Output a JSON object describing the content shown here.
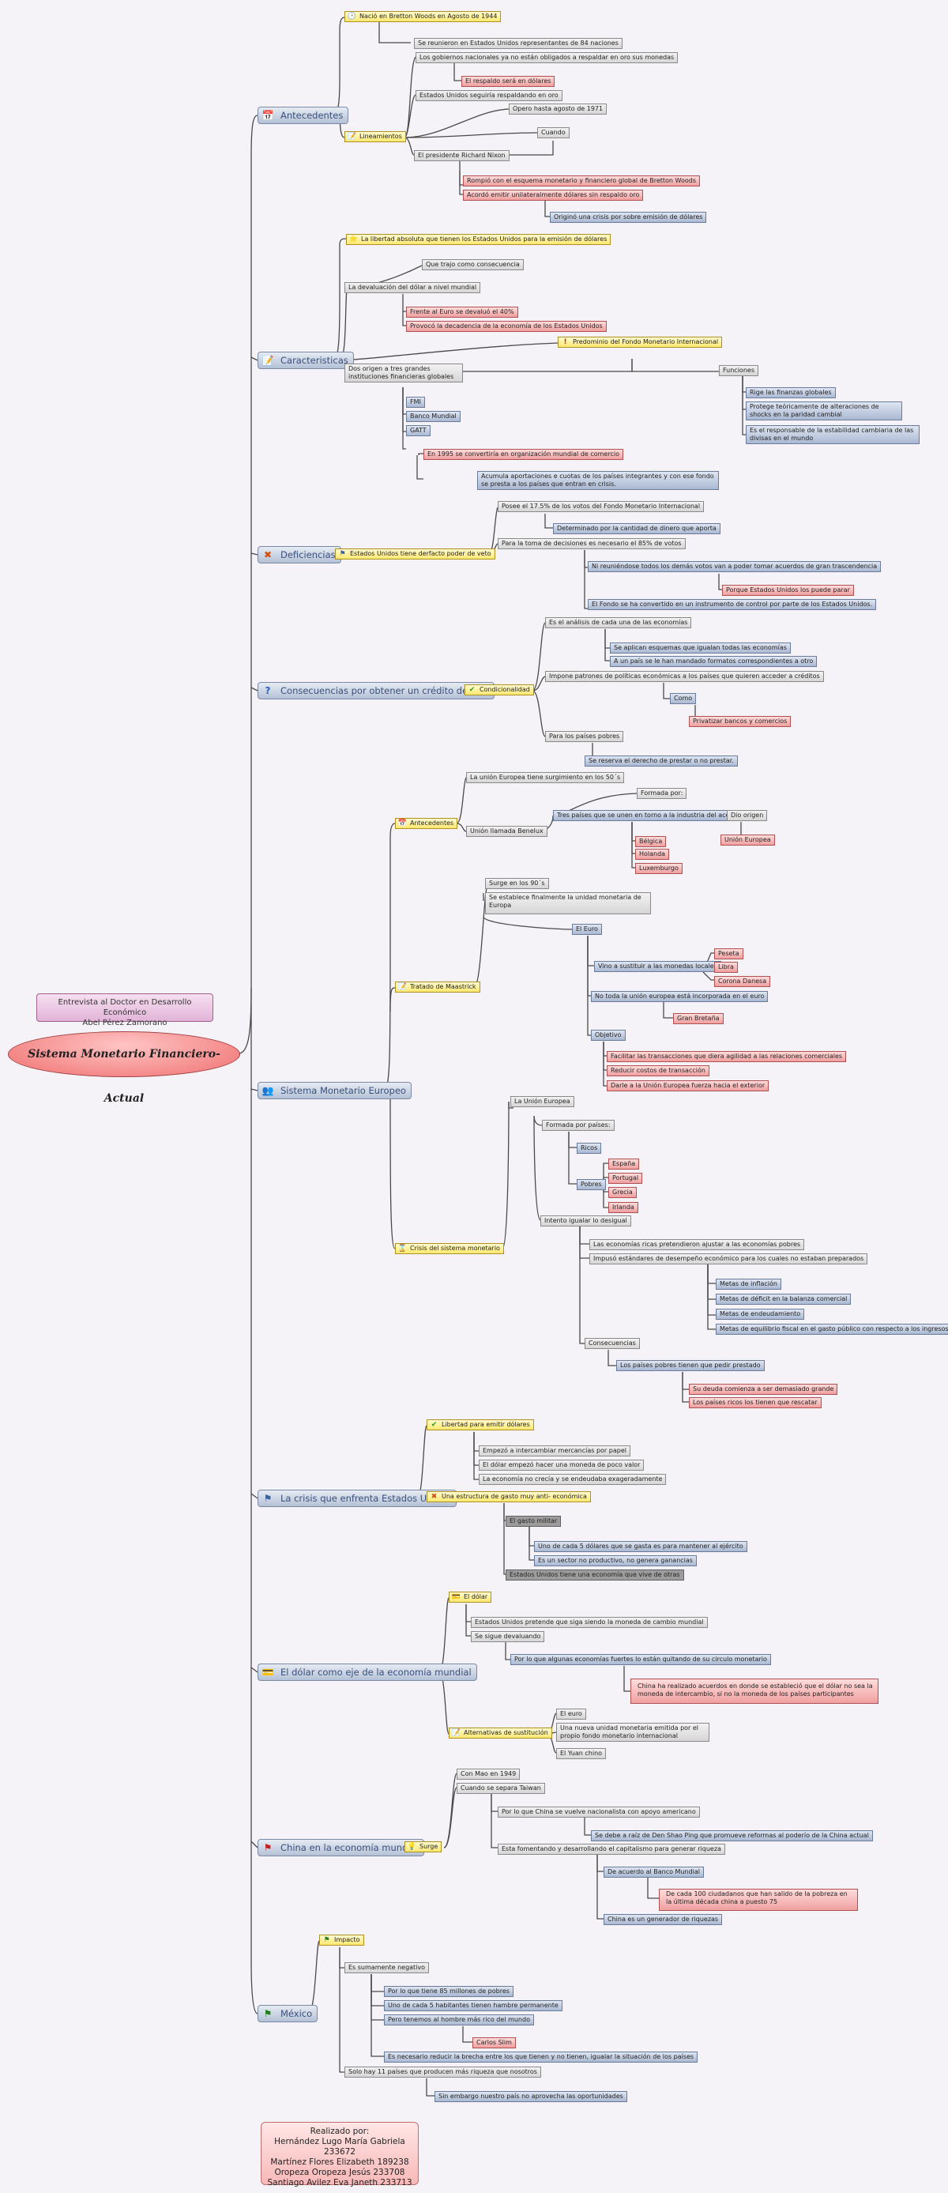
{
  "center": "Sistema Monetario Financiero- Actual",
  "interview": [
    "Entrevista al Doctor en Desarrollo Económico",
    "Abel Pérez Zamorano"
  ],
  "credits": [
    "Realizado por:",
    "Hernández Lugo María Gabriela 233672",
    "Martínez Flores Elizabeth 189238",
    "Oropeza Oropeza Jesús 233708",
    "Santiago Avilez Eva Janeth 233713"
  ],
  "icons": {
    "calendar": "calendar-icon",
    "note": "note-icon",
    "cross": "cross-icon",
    "question": "question-icon",
    "users": "users-icon",
    "flag": "flag-icon",
    "card": "card-icon",
    "redflag": "red-flag-icon",
    "greenflag": "green-flag-icon",
    "star": "star-icon",
    "clock": "clock-icon",
    "exclaim": "exclamation-icon",
    "check": "check-icon",
    "bulb": "bulb-icon",
    "hourglass": "hourglass-icon"
  },
  "colors": {
    "gray": "#d6d6d6",
    "blue": "#aab8d2",
    "red": "#f0a0a0",
    "yellow": "#ffe870",
    "center": "#f07070"
  },
  "topics": [
    {
      "label": "Antecedentes"
    },
    {
      "label": "Caracteristicas"
    },
    {
      "label": "Deficiencias"
    },
    {
      "label": "Consecuencias por obtener un crédito del FMI"
    },
    {
      "label": "Sistema Monetario Europeo"
    },
    {
      "label": "La crisis que enfrenta Estados Unidos"
    },
    {
      "label": "El dólar como eje de la economía mundial"
    },
    {
      "label": "China en la economía mundial"
    },
    {
      "label": "México"
    }
  ],
  "nodes": [
    {
      "t": "Nació en Bretton Woods en Agosto de 1944"
    },
    {
      "t": "Se reunieron en Estados Unidos representantes de 84 naciones"
    },
    {
      "t": "Los gobiernos nacionales ya no están obligados a respaldar en oro sus monedas"
    },
    {
      "t": "El respaldo será en dólares"
    },
    {
      "t": "Estados Unidos seguiría respaldando en oro"
    },
    {
      "t": "Lineamientos"
    },
    {
      "t": "Opero hasta agosto de 1971"
    },
    {
      "t": "Cuando"
    },
    {
      "t": "El presidente Richard Nixon"
    },
    {
      "t": "Rompió con el esquema monetario y financiero global de Bretton Woods"
    },
    {
      "t": "Acordó emitir unilateralmente dólares sin respaldo oro"
    },
    {
      "t": "Originó una crisis por sobre emisión de dólares"
    },
    {
      "t": "La libertad absoluta que tienen los Estados Unidos para la emisión de dólares"
    },
    {
      "t": "Que trajo como consecuencia"
    },
    {
      "t": "La devaluación del dólar a nivel mundial"
    },
    {
      "t": "Frente al Euro se devaluó el 40%"
    },
    {
      "t": "Provocó la decadencia de la economía de los Estados Unidos"
    },
    {
      "t": "Predominio del Fondo Monetario Internacional"
    },
    {
      "t": "Dos origen a tres grandes instituciones financieras globales"
    },
    {
      "t": "Funciones"
    },
    {
      "t": "FMI"
    },
    {
      "t": "Banco Mundial"
    },
    {
      "t": "GATT"
    },
    {
      "t": "En 1995 se convertiría en organización mundial de comercio"
    },
    {
      "t": "Acumula aportaciones e cuotas de los países integrantes y con ese fondo se presta a los países que entran en crisis."
    },
    {
      "t": "Rige las finanzas globales"
    },
    {
      "t": "Protege teóricamente de alteraciones de shocks en la paridad cambial"
    },
    {
      "t": "Es el responsable de la estabilidad cambiaria de las divisas en el mundo"
    },
    {
      "t": "Estados Unidos tiene derfacto poder de veto"
    },
    {
      "t": "Posee el 17.5% de los votos del Fondo Monetario Internacional"
    },
    {
      "t": "Determinado por la cantidad de dinero que aporta"
    },
    {
      "t": "Para la toma de decisiones es necesario el 85% de votos"
    },
    {
      "t": "Ni reuniéndose todos los demás votos van a poder tomar acuerdos de gran trascendencia"
    },
    {
      "t": "Porque Estados Unidos los puede parar"
    },
    {
      "t": "El Fondo se ha convertido en un instrumento de control por parte de los Estados Unidos."
    },
    {
      "t": "Condicionalidad"
    },
    {
      "t": "Es el análisis de cada una de las economías"
    },
    {
      "t": "Se aplican esquemas que igualan todas las economías"
    },
    {
      "t": "A un país se le han mandado formatos correspondientes a otro"
    },
    {
      "t": "Impone patrones de políticas económicas a los países que quieren acceder a créditos"
    },
    {
      "t": "Como"
    },
    {
      "t": "Privatizar bancos y comercios"
    },
    {
      "t": "Para los países pobres"
    },
    {
      "t": "Se reserva el derecho de prestar o no prestar."
    },
    {
      "t": "Antecedentes"
    },
    {
      "t": "La unión Europea tiene surgimiento en los 50´s"
    },
    {
      "t": "Unión llamada Benelux"
    },
    {
      "t": "Formada por:"
    },
    {
      "t": "Tres países que se unen en torno a la industria del acero"
    },
    {
      "t": "Dio origen"
    },
    {
      "t": "Bélgica"
    },
    {
      "t": "Holanda"
    },
    {
      "t": "Luxemburgo"
    },
    {
      "t": "Unión Europea"
    },
    {
      "t": "Tratado de Maastrick"
    },
    {
      "t": "Surge en los 90´s"
    },
    {
      "t": "Se establece finalmente la unidad monetaria de Europa"
    },
    {
      "t": "El Euro"
    },
    {
      "t": "Vino a sustituir a las monedas locales"
    },
    {
      "t": "Peseta"
    },
    {
      "t": "Libra"
    },
    {
      "t": "Corona Danesa"
    },
    {
      "t": "No toda la unión europea está incorporada en el euro"
    },
    {
      "t": "Gran Bretaña"
    },
    {
      "t": "Objetivo"
    },
    {
      "t": "Facilitar las transacciones que diera agilidad a las relaciones comerciales"
    },
    {
      "t": "Reducir costos de transacción"
    },
    {
      "t": "Darle a la Unión Europea fuerza hacia el exterior"
    },
    {
      "t": "Crisis del sistema monetario"
    },
    {
      "t": "La Unión Europea"
    },
    {
      "t": "Formada por países:"
    },
    {
      "t": "Ricos"
    },
    {
      "t": "Pobres"
    },
    {
      "t": "España"
    },
    {
      "t": "Portugal"
    },
    {
      "t": "Grecia"
    },
    {
      "t": "Irlanda"
    },
    {
      "t": "Intento igualar lo desigual"
    },
    {
      "t": "Las economías ricas pretendieron ajustar a las economías pobres"
    },
    {
      "t": "Impusó estándares de desempeño económico para los cuales no estaban preparados"
    },
    {
      "t": "Metas de inflación"
    },
    {
      "t": "Metas de déficit en la balanza comercial"
    },
    {
      "t": "Metas de endeudamiento"
    },
    {
      "t": "Metas de equilibrio fiscal en el gasto público con respecto a los ingresos"
    },
    {
      "t": "Consecuencias"
    },
    {
      "t": "Los países pobres tienen que pedir prestado"
    },
    {
      "t": "Su deuda comienza a ser demasiado grande"
    },
    {
      "t": "Los países ricos los tienen que rescatar"
    },
    {
      "t": "Libertad para emitir dólares"
    },
    {
      "t": "Empezó a intercambiar mercancías por papel"
    },
    {
      "t": "El dólar empezó hacer una moneda de poco valor"
    },
    {
      "t": "La economía no crecía y se endeudaba exageradamente"
    },
    {
      "t": "Una estructura de gasto muy anti- económica"
    },
    {
      "t": "El gasto militar"
    },
    {
      "t": "Uno de cada 5 dólares que se gasta es para mantener al ejército"
    },
    {
      "t": "Es un sector no productivo, no genera ganancias"
    },
    {
      "t": "Estados Unidos tiene una economía que vive de otras"
    },
    {
      "t": "El dólar"
    },
    {
      "t": "Estados Unidos pretende que siga siendo la moneda de cambio mundial"
    },
    {
      "t": "Se sigue devaluando"
    },
    {
      "t": "Por lo que algunas economías fuertes lo están quitando de su circulo monetario"
    },
    {
      "t": "China ha realizado acuerdos en donde se estableció que el dólar no sea la moneda de intercambio, si no la moneda de los países participantes"
    },
    {
      "t": "Alternativas de sustitución"
    },
    {
      "t": "El euro"
    },
    {
      "t": "Una nueva unidad monetaria emitida por el propio fondo monetario internacional"
    },
    {
      "t": "El Yuan chino"
    },
    {
      "t": "Surge"
    },
    {
      "t": "Con Mao en 1949"
    },
    {
      "t": "Cuando se separa Taiwan"
    },
    {
      "t": "Por lo que China se vuelve nacionalista con apoyo americano"
    },
    {
      "t": "Se debe a raíz de Den Shao Ping que promueve reformas al poderío de la China actual"
    },
    {
      "t": "Esta fomentando y desarrollando el capitalismo para generar riqueza"
    },
    {
      "t": "De acuerdo al Banco Mundial"
    },
    {
      "t": "De cada 100 ciudadanos que han salido de la pobreza en la última década china a puesto 75"
    },
    {
      "t": "China es un generador de riquezas"
    },
    {
      "t": "Impacto"
    },
    {
      "t": "Es sumamente negativo"
    },
    {
      "t": "Por lo que tiene 85 millones de pobres"
    },
    {
      "t": "Uno de cada 5 habitantes tienen hambre permanente"
    },
    {
      "t": "Pero tenemos al hombre más rico del mundo"
    },
    {
      "t": "Carlos Slim"
    },
    {
      "t": "Es necesario reducir la brecha entre los que tienen y no tienen, igualar la situación de los países"
    },
    {
      "t": "Solo hay 11 países que producen más riqueza que nosotros"
    },
    {
      "t": "Sin embargo nuestro país no aprovecha las oportunidades"
    }
  ]
}
